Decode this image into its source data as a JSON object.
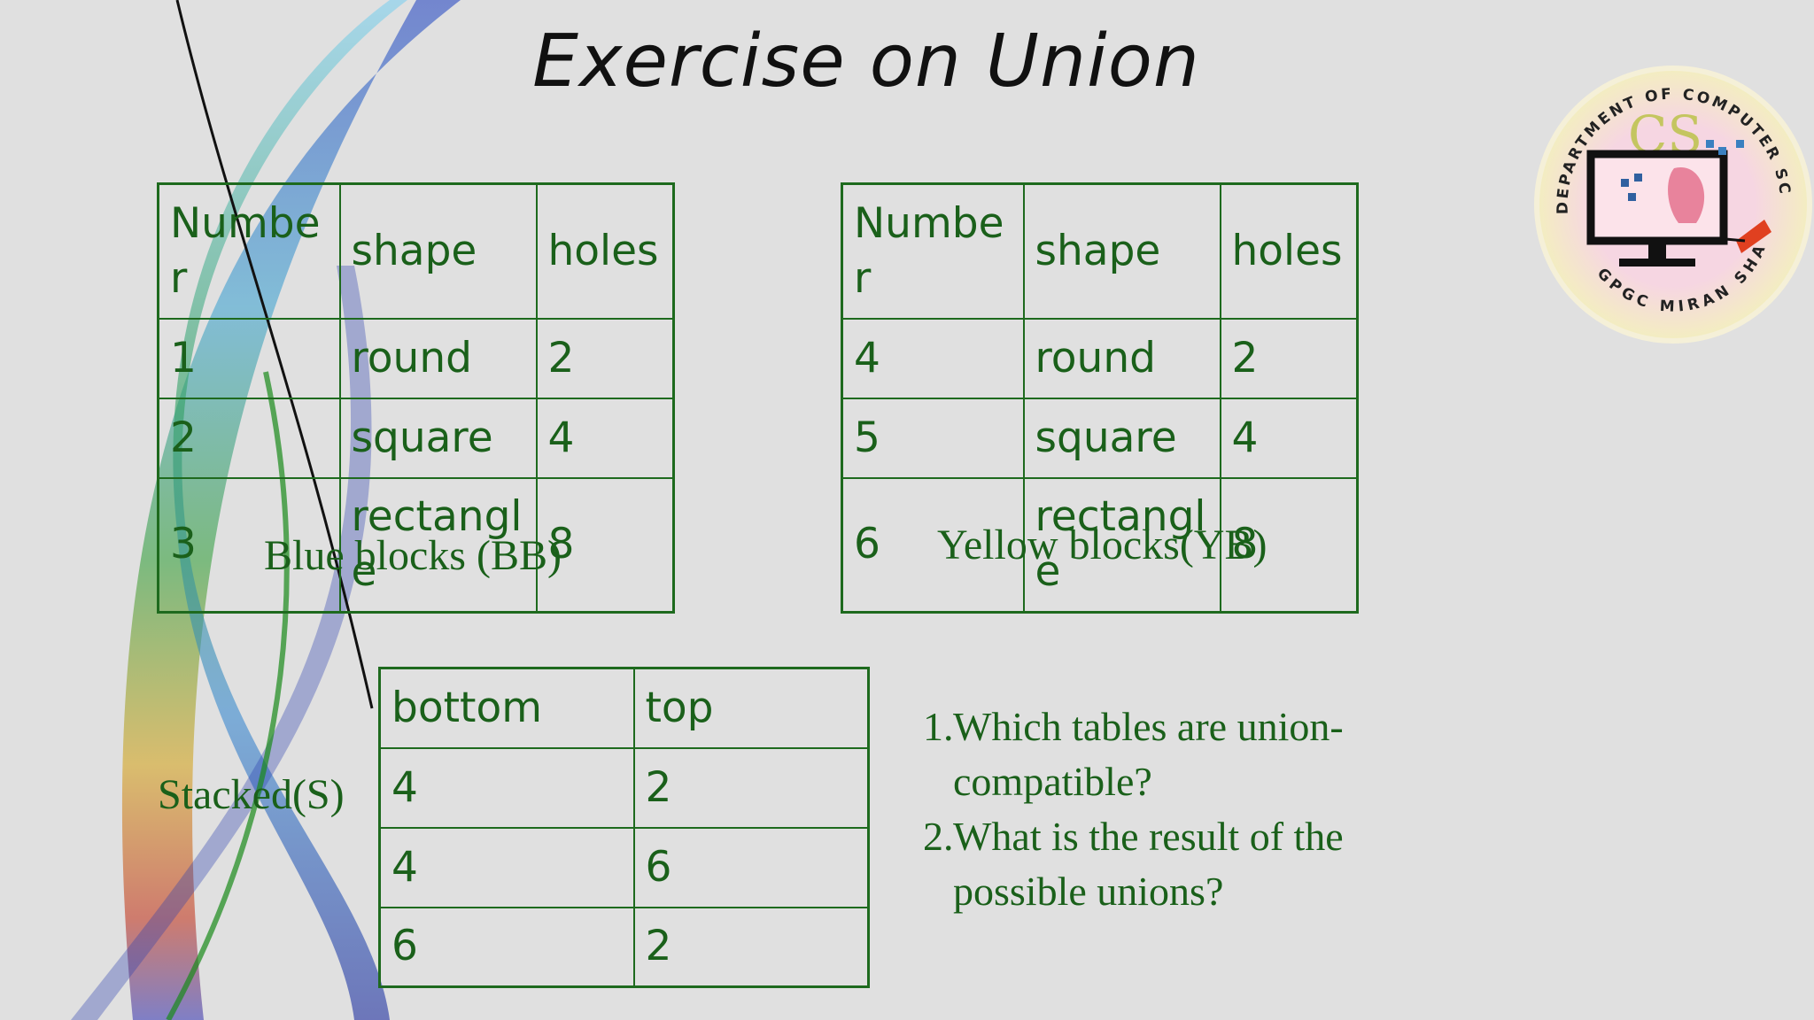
{
  "slide": {
    "title": "Exercise on Union",
    "blue_table": {
      "caption": "Blue blocks (BB)",
      "headers": [
        "Number",
        "shape",
        "holes"
      ],
      "rows": [
        [
          "1",
          "round",
          "2"
        ],
        [
          "2",
          "square",
          "4"
        ],
        [
          "3",
          "rectangle",
          "8"
        ]
      ]
    },
    "yellow_table": {
      "caption": "Yellow blocks(YB)",
      "headers": [
        "Number",
        "shape",
        "holes"
      ],
      "rows": [
        [
          "4",
          "round",
          "2"
        ],
        [
          "5",
          "square",
          "4"
        ],
        [
          "6",
          "rectangle",
          "8"
        ]
      ]
    },
    "stacked_table": {
      "caption": "Stacked(S)",
      "headers": [
        "bottom",
        "top"
      ],
      "rows": [
        [
          "4",
          "2"
        ],
        [
          "4",
          "6"
        ],
        [
          "6",
          "2"
        ]
      ]
    },
    "questions": [
      {
        "num": "1.",
        "text": "Which tables are union-compatible?"
      },
      {
        "num": "2.",
        "text": "What is the result of the possible unions?"
      }
    ],
    "logo": {
      "ring_text": "DEPARTMENT OF COMPUTER SCIENCE",
      "bottom_text": "GPGC MIRAN SHAH",
      "mark": "CS"
    }
  }
}
